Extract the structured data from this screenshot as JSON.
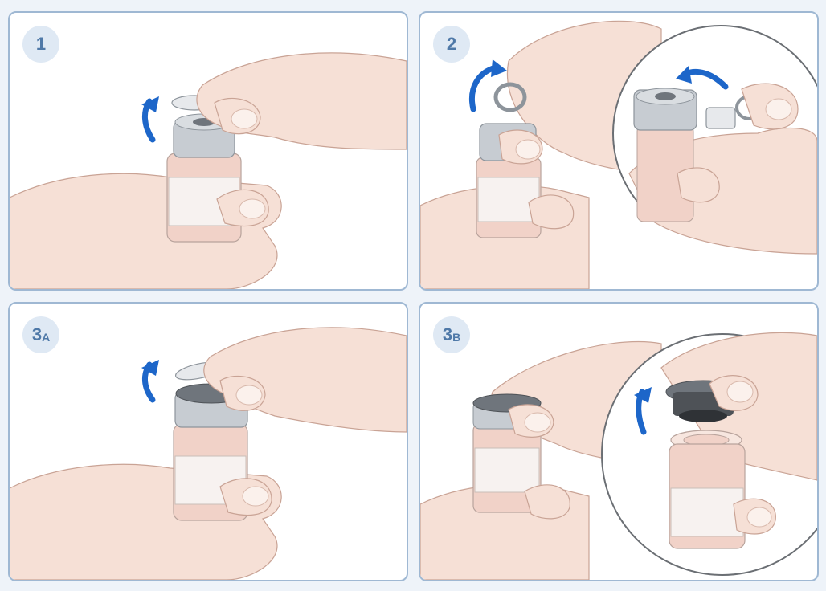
{
  "steps": [
    {
      "number": "1",
      "suffix": ""
    },
    {
      "number": "2",
      "suffix": ""
    },
    {
      "number": "3",
      "suffix": "A"
    },
    {
      "number": "3",
      "suffix": "B"
    }
  ],
  "colors": {
    "arrow": "#1d66c9",
    "badge_bg": "#dfe9f4",
    "badge_text": "#4f79a8",
    "panel_border": "#9fb8d3",
    "skin": "#f6e0d6",
    "skin_shadow": "#e9c4b6",
    "nail": "#fbf1ec",
    "cap_grey": "#c7ccd2",
    "stopper_dark": "#6f757c",
    "vial_fluid": "#f1d2c8"
  },
  "icons": [
    "curved-arrow-icon",
    "magnifier-circle-icon"
  ]
}
